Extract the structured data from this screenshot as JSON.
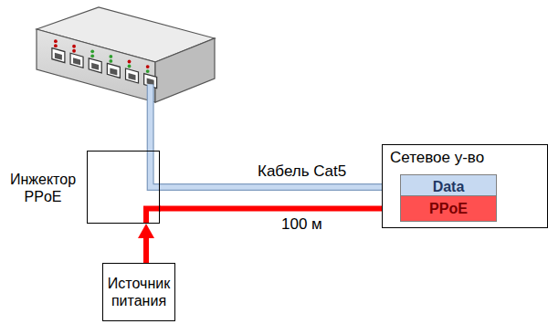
{
  "diagram": {
    "nodes": [
      {
        "text": [
          "Инжектор PPoE"
        ]
      },
      {
        "text": [
          "Сетевое у-во"
        ]
      },
      {
        "text": [
          "Data"
        ],
        "in": 1
      },
      {
        "text": [
          "PPoE"
        ],
        "in": 1
      },
      {
        "text": [
          "Источник питания"
        ]
      }
    ],
    "edges": [
      {
        "from": 4,
        "to": 0,
        "arrow": "to"
      },
      {
        "from": 0,
        "to": 2,
        "arrow": "none",
        "label": "Кабель Cat5"
      },
      {
        "from": 0,
        "to": 3,
        "arrow": "none",
        "label": "100 м"
      }
    ]
  }
}
